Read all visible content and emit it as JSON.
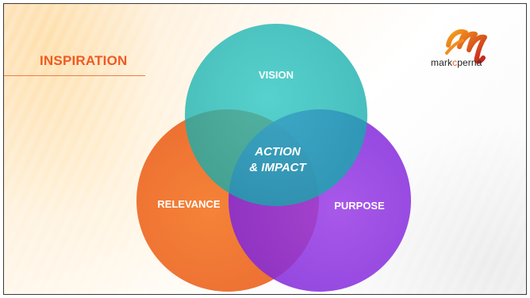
{
  "slide": {
    "title": "INSPIRATION",
    "logo": {
      "mark": "m",
      "brand_parts": [
        "mark",
        "c",
        "perna"
      ]
    },
    "venn": {
      "sets": [
        "VISION",
        "RELEVANCE",
        "PURPOSE"
      ],
      "center": [
        "ACTION",
        "& IMPACT"
      ]
    }
  },
  "colors": {
    "accent": "#ef5a23",
    "vision": "#16b7b5",
    "relevance": "#ee6a27",
    "purpose": "#8a2be2"
  }
}
